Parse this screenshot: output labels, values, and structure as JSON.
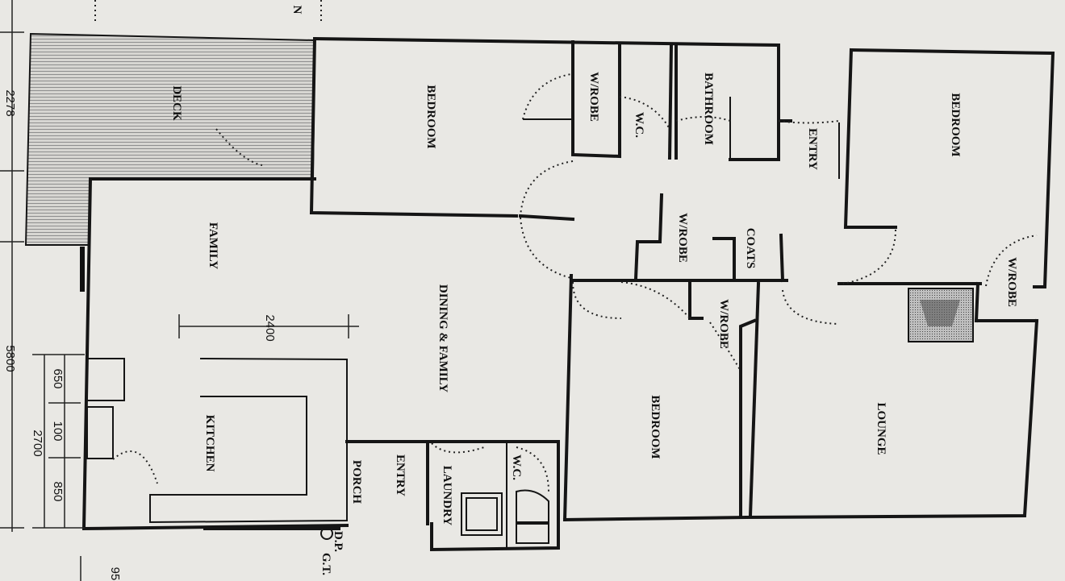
{
  "rooms": {
    "deck": "DECK",
    "bedroom_top_left": "BEDROOM",
    "wrobe_1": "W/ROBE",
    "wc_1": "W.C.",
    "bathroom": "BATHROOM",
    "entry_main": "ENTRY",
    "bedroom_top_right": "BEDROOM",
    "family": "FAMILY",
    "dining_family": "DINING & FAMILY",
    "wrobe_2": "W/ROBE",
    "coats": "COATS",
    "wrobe_3": "W/ROBE",
    "wrobe_4": "W/ROBE",
    "bedroom_bottom": "BEDROOM",
    "lounge": "LOUNGE",
    "kitchen": "KITCHEN",
    "porch": "PORCH",
    "entry_side": "ENTRY",
    "laundry": "LAUNDRY",
    "wc_2": "W.C."
  },
  "labels": {
    "dp": "D.P.",
    "gt": "G.T.",
    "edge_n": "N"
  },
  "dimensions": {
    "d2278": "2278",
    "d2400": "2400",
    "d650": "650",
    "d100": "100",
    "d850": "850",
    "d2700": "2700",
    "d5800": "5800",
    "d95": "95"
  },
  "colors": {
    "paper": "#e9e8e4",
    "ink": "#151515",
    "hatch": "#9a9a9a"
  }
}
